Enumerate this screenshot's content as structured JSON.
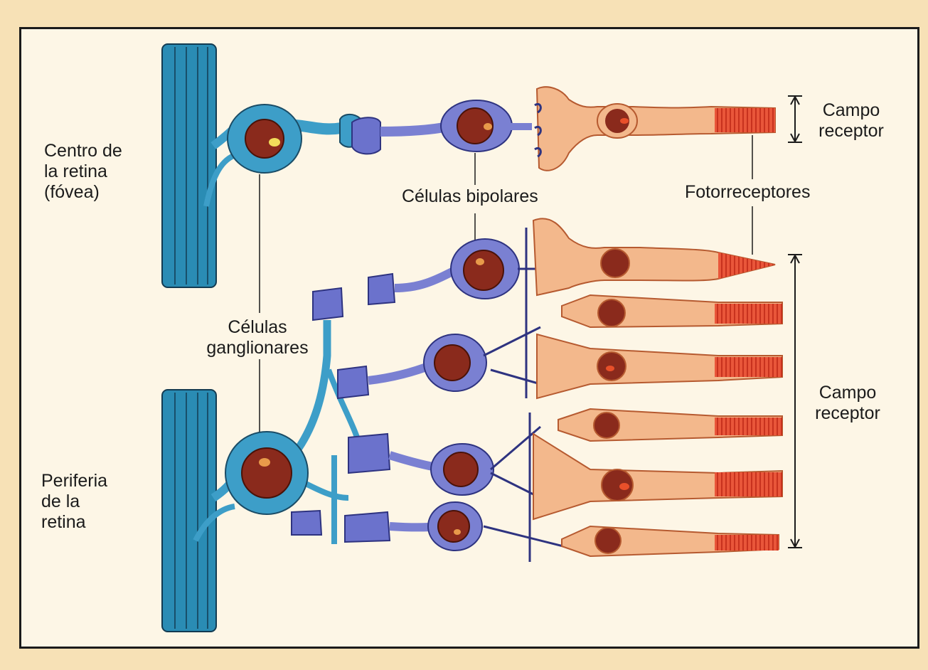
{
  "labels": {
    "fovea": "Centro de\nla retina\n(fóvea)",
    "periphery": "Periferia\nde la\nretina",
    "ganglion": "Células\nganglionares",
    "bipolar": "Células bipolares",
    "photoreceptors": "Fotorreceptores",
    "field_top": "Campo\nreceptor",
    "field_bottom": "Campo\nreceptor"
  },
  "colors": {
    "background": "#f7e1b6",
    "panel": "#fdf6e6",
    "optic_nerve": "#2a8cb4",
    "ganglion_cell": "#3d9ec8",
    "bipolar_cell": "#7a80d2",
    "photoreceptor": "#f3b88c",
    "outer_segment": "#ea5e3c",
    "nucleus": "#8a2a1c"
  }
}
